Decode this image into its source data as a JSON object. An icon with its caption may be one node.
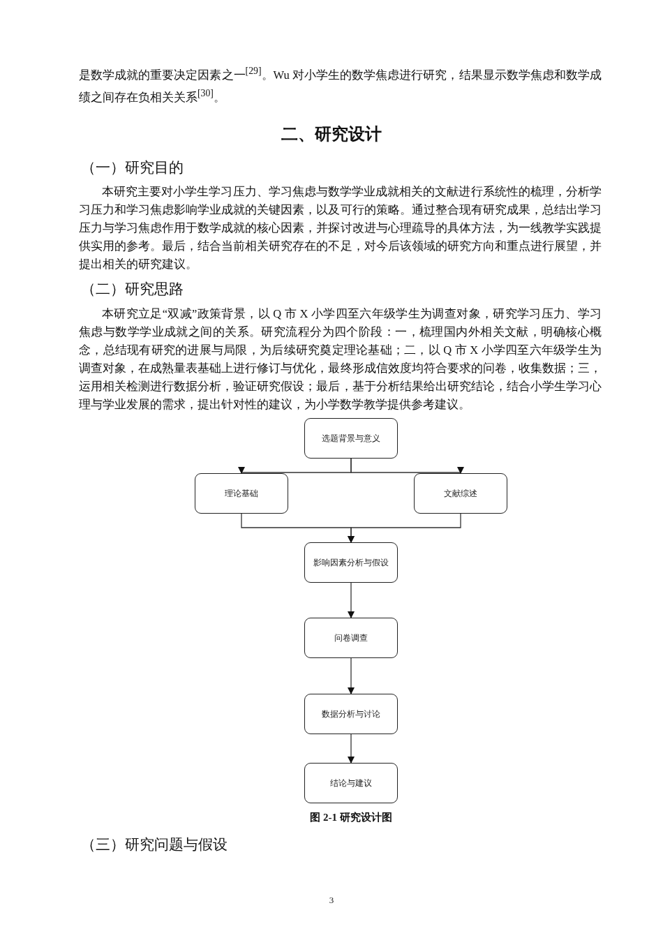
{
  "diagram": {
    "title": "二、研究设计",
    "caption": "图 2-1 研究设计图",
    "nodes": [
      {
        "text": [
          "选题背景与意义"
        ]
      },
      {
        "text": [
          "理论基础"
        ]
      },
      {
        "text": [
          "文献综述"
        ]
      },
      {
        "text": [
          "影响因素分析与假设"
        ]
      },
      {
        "text": [
          "问卷调查"
        ]
      },
      {
        "text": [
          "数据分析与讨论"
        ]
      },
      {
        "text": [
          "结论与建议"
        ]
      }
    ],
    "edges": [
      {
        "from": 0,
        "to": 1,
        "arrow": "to"
      },
      {
        "from": 0,
        "to": 2,
        "arrow": "to"
      },
      {
        "from": 1,
        "to": 3,
        "arrow": "to"
      },
      {
        "from": 2,
        "to": 3,
        "arrow": "to"
      },
      {
        "from": 3,
        "to": 4,
        "arrow": "to"
      },
      {
        "from": 4,
        "to": 5,
        "arrow": "to"
      },
      {
        "from": 5,
        "to": 6,
        "arrow": "to"
      }
    ],
    "labels": [
      "是数学成就的重要决定因素之一$^{[29]}$。Wu 对小学生的数学焦虑进行研究，结果显示数学焦虑和数学成绩之间存在负相关关系$^{[30]}$。",
      "（一）研究目的",
      "本研究主要对小学生学习压力、学习焦虑与数学学业成就相关的文献进行系统性的梳理，分析学习压力和学习焦虑影响学业成就的关键因素，以及可行的策略。通过整合现有研究成果，总结出学习压力与学习焦虑作用于数学成就的核心因素，并探讨改进与心理疏导的具体方法，为一线教学实践提供实用的参考。最后，结合当前相关研究存在的不足，对今后该领域的研究方向和重点进行展望，并提出相关的研究建议。",
      "（二）研究思路",
      "本研究立足“双减”政策背景，以 Q 市 X 小学四至六年级学生为调查对象，研究学习压力、学习焦虑与数学学业成就之间的关系。研究流程分为四个阶段：一，梳理国内外相关文献，明确核心概念，总结现有研究的进展与局限，为后续研究奠定理论基础；二，以 Q 市 X 小学四至六年级学生为调查对象，在成熟量表基础上进行修订与优化，最终形成信效度均符合要求的问卷，收集数据；三，运用相关检测进行数据分析，验证研究假设；最后，基于分析结果给出研究结论，结合小学生学习心理与学业发展的需求，提出针对性的建议，为小学数学教学提供参考建议。",
      "（三）研究问题与假设",
      "3"
    ]
  }
}
